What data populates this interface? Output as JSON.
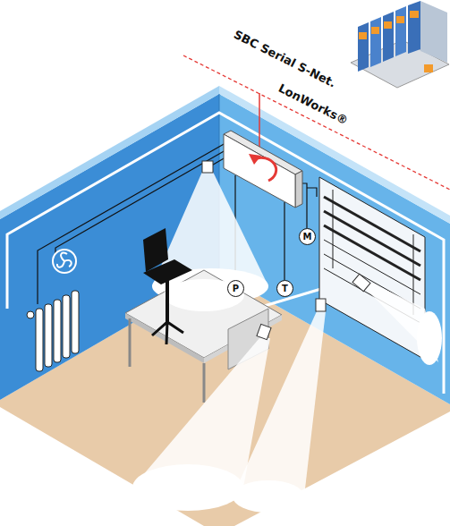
{
  "diagram": {
    "nodes": [
      {
        "text": [
          "M"
        ]
      },
      {
        "text": [
          "P"
        ]
      },
      {
        "text": [
          "T"
        ]
      }
    ],
    "labels": [
      "SBC Serial S-Net.",
      "LonWorks®"
    ]
  }
}
